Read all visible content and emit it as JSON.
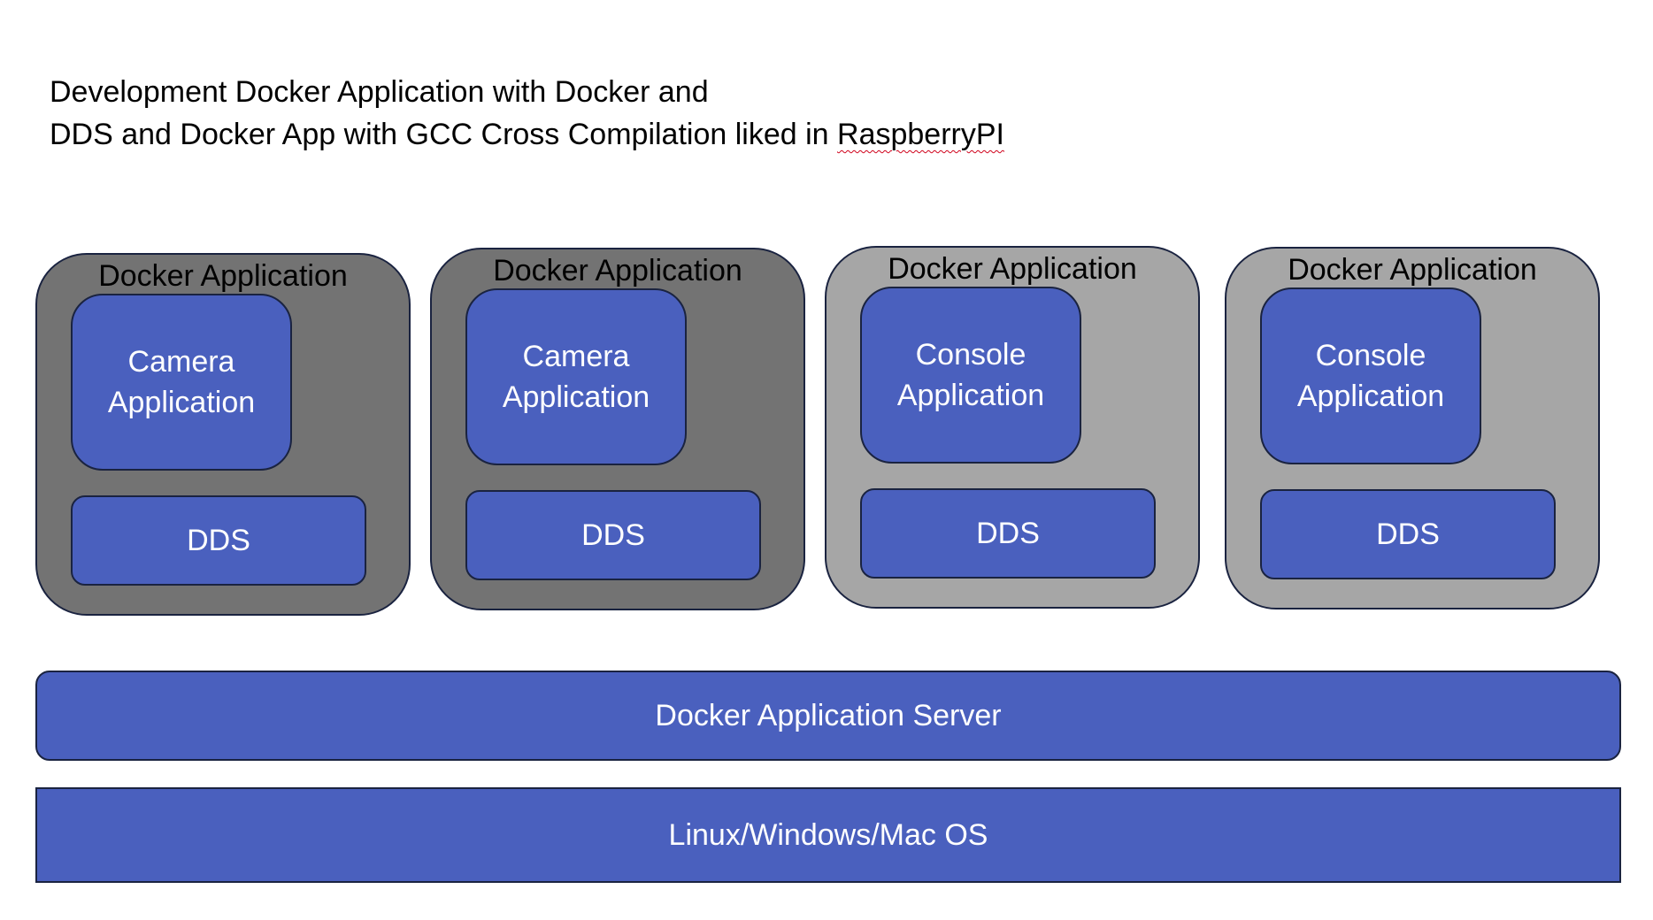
{
  "title": {
    "line1": "Development Docker Application with Docker and",
    "line2_main": "DDS and Docker App with GCC Cross Compilation liked in ",
    "line2_word": "RaspberryPI"
  },
  "containers": [
    {
      "label": "Docker Application",
      "app": "Camera\nApplication",
      "dds": "DDS",
      "shade": "#737373"
    },
    {
      "label": "Docker Application",
      "app": "Camera\nApplication",
      "dds": "DDS",
      "shade": "#737373"
    },
    {
      "label": "Docker Application",
      "app": "Console\nApplication",
      "dds": "DDS",
      "shade": "#a6a6a6"
    },
    {
      "label": "Docker Application",
      "app": "Console\nApplication",
      "dds": "DDS",
      "shade": "#a6a6a6"
    }
  ],
  "server": {
    "label": "Docker Application Server"
  },
  "os": {
    "label": "Linux/Windows/Mac OS"
  },
  "colors": {
    "box_blue": "#4a60be",
    "outline": "#1a2340",
    "dark_container": "#737373",
    "light_container": "#a6a6a6"
  }
}
